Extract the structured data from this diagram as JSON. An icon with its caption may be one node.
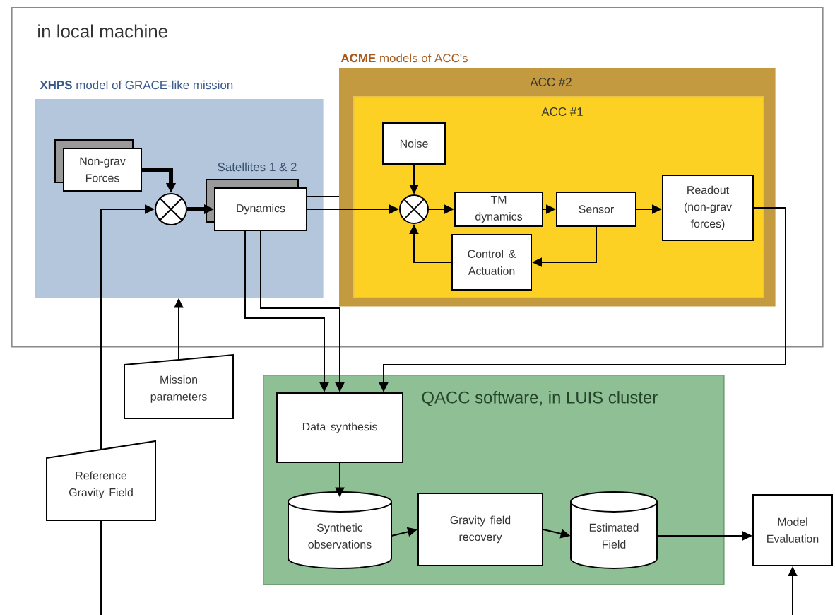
{
  "diagram": {
    "nodes": [
      {
        "text": [
          "in local machine"
        ]
      },
      {
        "text": [
          "**XHPS** model of GRACE-like mission"
        ],
        "in": 0
      },
      {
        "text": [
          "Non-grav Forces"
        ],
        "in": 1
      },
      {
        "text": [],
        "shape": "circle",
        "in": 1
      },
      {
        "text": [
          "Dynamics"
        ],
        "beside": [
          "Satellites 1 & 2"
        ],
        "in": 1
      },
      {
        "text": [
          "**ACME** models of ACC's",
          "ACC #2"
        ],
        "in": 0
      },
      {
        "text": [
          "ACC #1"
        ],
        "in": 5
      },
      {
        "text": [
          "Noise"
        ],
        "in": 6
      },
      {
        "text": [],
        "shape": "circle",
        "in": 6
      },
      {
        "text": [
          "TM dynamics"
        ],
        "in": 6
      },
      {
        "text": [
          "Sensor"
        ],
        "in": 6
      },
      {
        "text": [
          "Control & Actuation"
        ],
        "in": 6
      },
      {
        "text": [
          "Readout (non-grav forces)"
        ],
        "in": 6
      },
      {
        "text": [
          "Mission parameters"
        ]
      },
      {
        "text": [
          "Reference Gravity Field"
        ]
      },
      {
        "text": [
          "QACC software, in LUIS cluster"
        ]
      },
      {
        "text": [
          "Data synthesis"
        ],
        "in": 15
      },
      {
        "text": [
          "Synthetic observations"
        ],
        "in": 15
      },
      {
        "text": [
          "Gravity field recovery"
        ],
        "in": 15
      },
      {
        "text": [
          "Estimated Field"
        ],
        "in": 15
      },
      {
        "text": [
          "Model Evaluation"
        ]
      }
    ],
    "edges": [
      {
        "from": 2,
        "to": 3,
        "arrow": "to",
        "style": "thick"
      },
      {
        "from": null,
        "to": 14,
        "arrow": "none"
      },
      {
        "from": 14,
        "to": 3,
        "arrow": "to"
      },
      {
        "from": 3,
        "to": 4,
        "arrow": "to",
        "style": "thick"
      },
      {
        "from": 13,
        "to": 1,
        "arrow": "to"
      },
      {
        "from": 4,
        "to": 5,
        "arrow": "none"
      },
      {
        "from": 4,
        "to": 8,
        "arrow": "to"
      },
      {
        "from": 7,
        "to": 8,
        "arrow": "to"
      },
      {
        "from": 8,
        "to": 9,
        "arrow": "to"
      },
      {
        "from": 9,
        "to": 10,
        "arrow": "to"
      },
      {
        "from": 10,
        "to": 12,
        "arrow": "to"
      },
      {
        "from": 10,
        "to": 11,
        "arrow": "to"
      },
      {
        "from": 11,
        "to": 8,
        "arrow": "to"
      },
      {
        "from": 12,
        "to": 16,
        "arrow": "to"
      },
      {
        "from": 4,
        "to": 16,
        "arrow": "to"
      },
      {
        "from": 4,
        "to": 16,
        "arrow": "to"
      },
      {
        "from": 16,
        "to": 17,
        "arrow": "to"
      },
      {
        "from": 17,
        "to": 18,
        "arrow": "to"
      },
      {
        "from": 18,
        "to": 19,
        "arrow": "to"
      },
      {
        "from": 19,
        "to": 20,
        "arrow": "to"
      },
      {
        "from": null,
        "to": 20,
        "arrow": "to"
      }
    ]
  }
}
